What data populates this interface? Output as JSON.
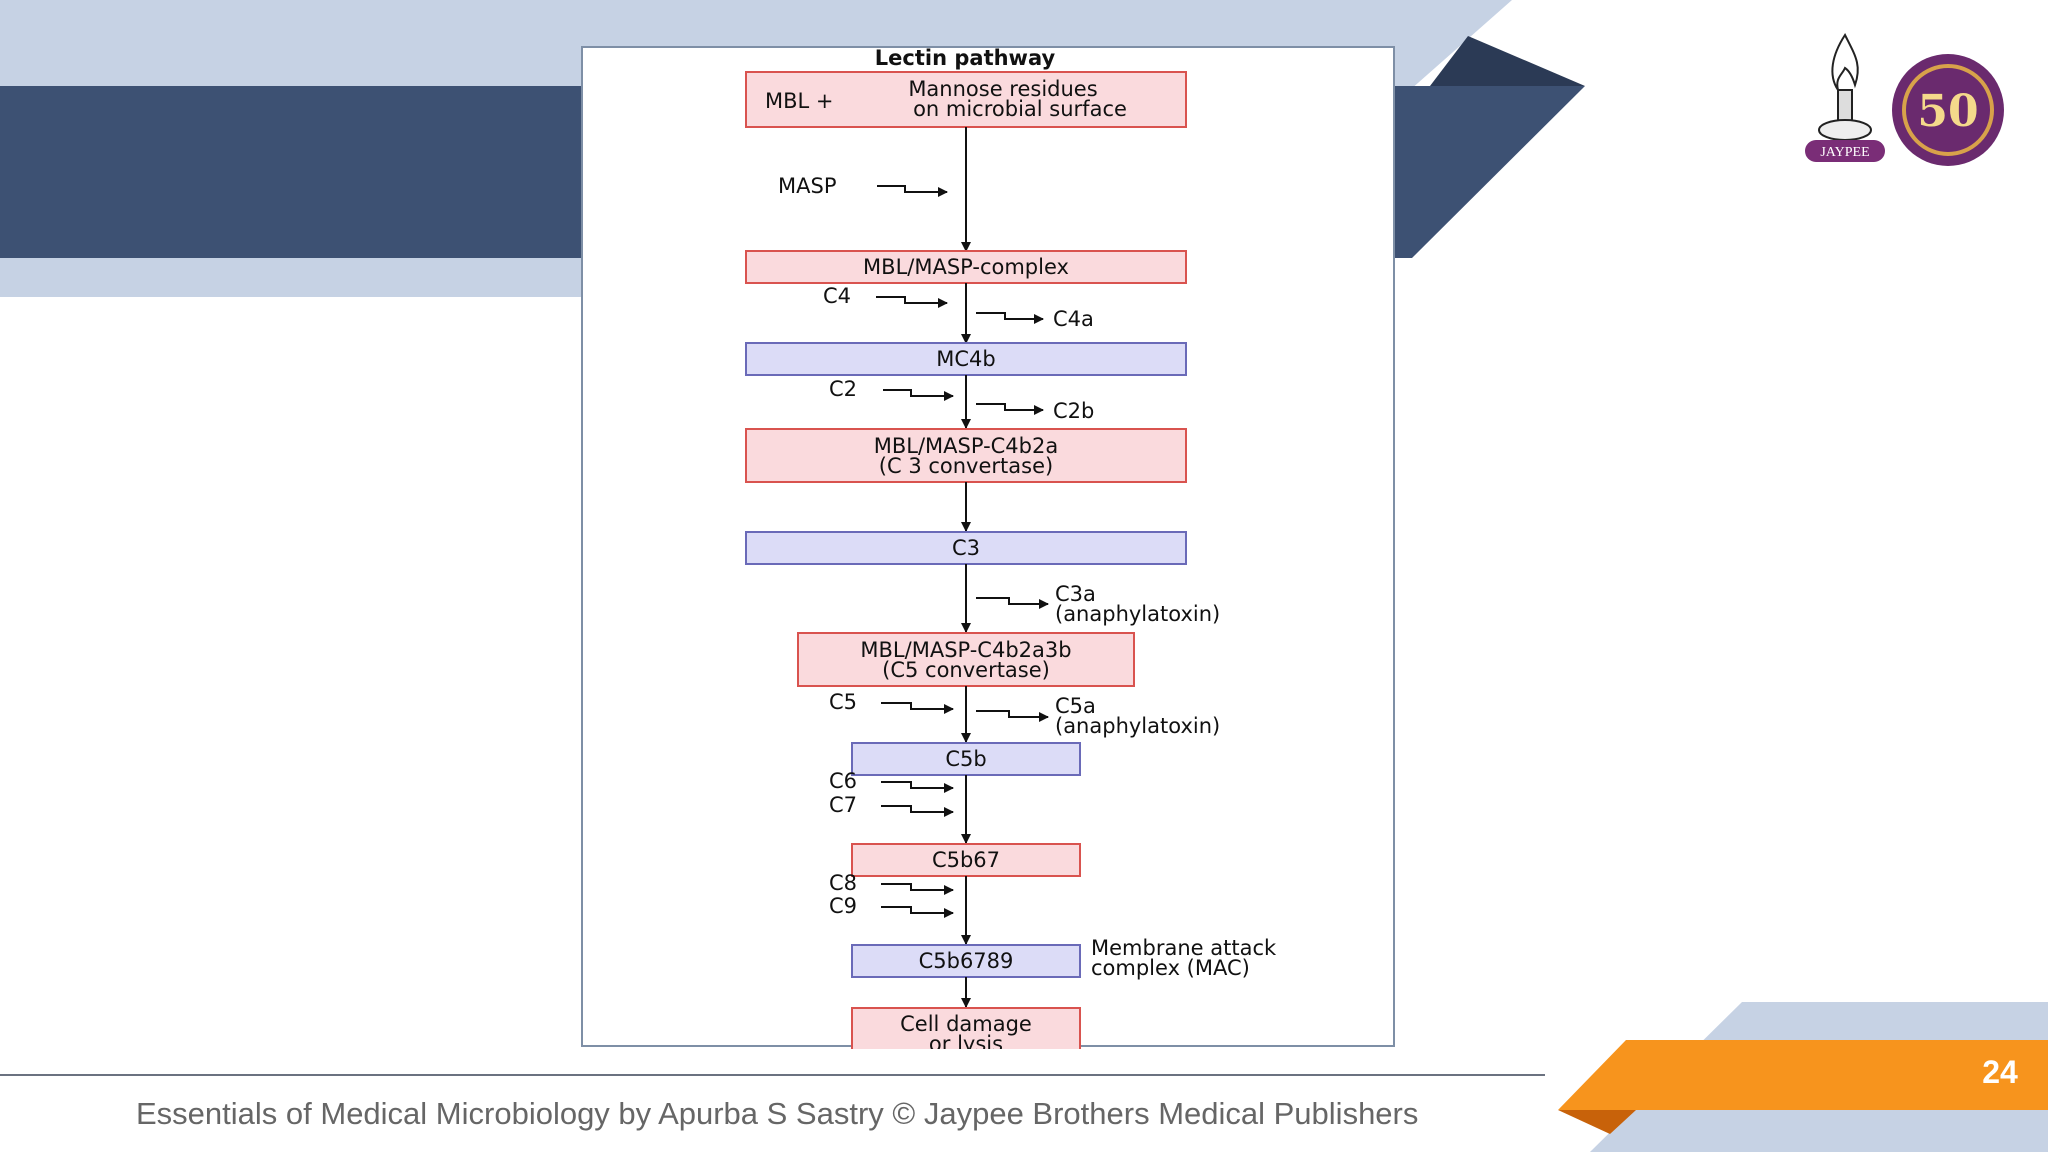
{
  "slide": {
    "footer": "Essentials of Medical Microbiology by Apurba S Sastry © Jaypee Brothers Medical Publishers",
    "page_number": "24",
    "logo_text": "JAYPEE",
    "anniversary_number": "50",
    "colors": {
      "navy": "#3d5173",
      "light_blue": "#c6d2e4",
      "dark_navy": "#2b3a55",
      "orange": "#f7941d",
      "dark_orange": "#c8620a",
      "pink_box": "#fadadd",
      "pink_border": "#d9534f",
      "lavender_box": "#dcdcf7",
      "lavender_border": "#6a6ab8",
      "logo_purple": "#7a2d77"
    }
  },
  "diagram": {
    "title": "Lectin pathway",
    "start": {
      "left": "MBL +",
      "line1": "Mannose residues",
      "line2": "on microbial surface"
    },
    "masp": "MASP",
    "box_mbl_masp": "MBL/MASP-complex",
    "c4": "C4",
    "c4a": "C4a",
    "box_mc4b": "MC4b",
    "c2": "C2",
    "c2b": "C2b",
    "box_c3_conv_line1": "MBL/MASP-C4b2a",
    "box_c3_conv_line2": "(C 3 convertase)",
    "box_c3": "C3",
    "c3a_line1": "C3a",
    "c3a_line2": "(anaphylatoxin)",
    "box_c5_conv_line1": "MBL/MASP-C4b2a3b",
    "box_c5_conv_line2": "(C5 convertase)",
    "c5": "C5",
    "c5a_line1": "C5a",
    "c5a_line2": "(anaphylatoxin)",
    "box_c5b": "C5b",
    "c6": "C6",
    "c7": "C7",
    "box_c5b67": "C5b67",
    "c8": "C8",
    "c9": "C9",
    "box_c5b6789": "C5b6789",
    "mac_line1": "Membrane attack",
    "mac_line2": "complex (MAC)",
    "end_line1": "Cell damage",
    "end_line2": "or lysis"
  }
}
